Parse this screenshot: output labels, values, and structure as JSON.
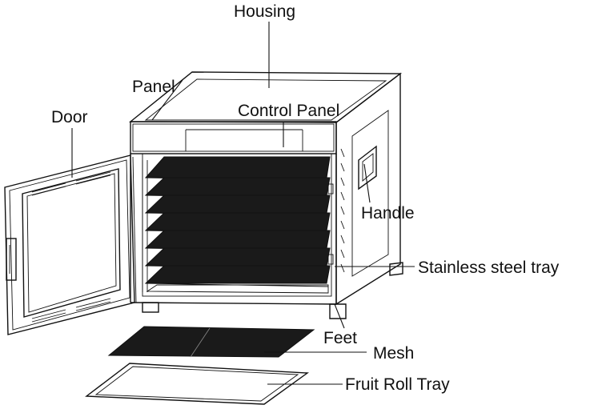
{
  "labels": {
    "housing": "Housing",
    "panel": "Panel",
    "control_panel": "Control Panel",
    "door": "Door",
    "handle": "Handle",
    "stainless_steel_tray": "Stainless steel tray",
    "feet": "Feet",
    "mesh": "Mesh",
    "fruit_roll_tray": "Fruit Roll Tray"
  },
  "colors": {
    "line": "#111111",
    "background": "#ffffff",
    "tray_dark": "#1a1a1a"
  }
}
